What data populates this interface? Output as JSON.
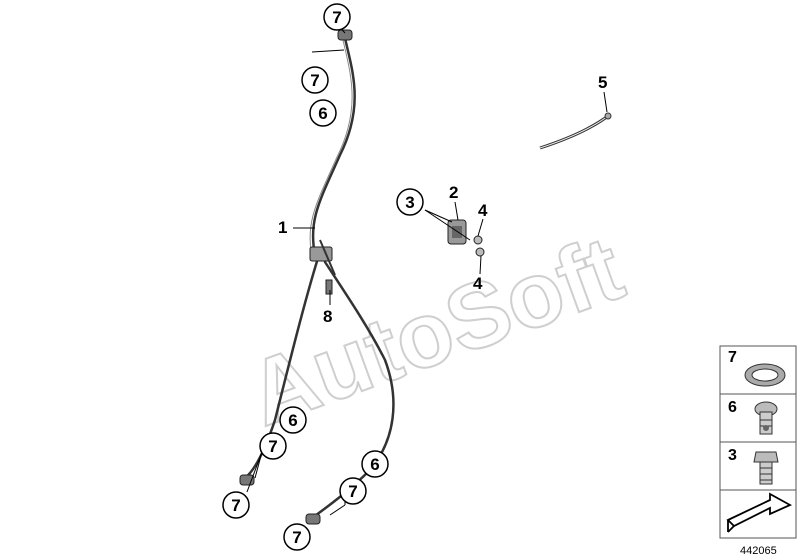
{
  "watermark": "AutoSoft",
  "diagram_id": "442065",
  "callouts": {
    "c7_top": "7",
    "c7_upper": "7",
    "c6_upper": "6",
    "c1": "1",
    "c8": "8",
    "c3": "3",
    "c2": "2",
    "c4_top": "4",
    "c4_bottom": "4",
    "c5": "5",
    "c6_left": "6",
    "c7_left_a": "7",
    "c7_left_b": "7",
    "c6_right": "6",
    "c7_right_a": "7",
    "c7_right_b": "7"
  },
  "legend": [
    {
      "number": "7",
      "icon": "sealing-ring-icon"
    },
    {
      "number": "6",
      "icon": "hollow-bolt-icon"
    },
    {
      "number": "3",
      "icon": "hex-bolt-icon"
    },
    {
      "number": "",
      "icon": "direction-arrow-icon"
    }
  ],
  "colors": {
    "line": "#333333",
    "watermark": "#cfcfcf",
    "box": "#555555"
  }
}
